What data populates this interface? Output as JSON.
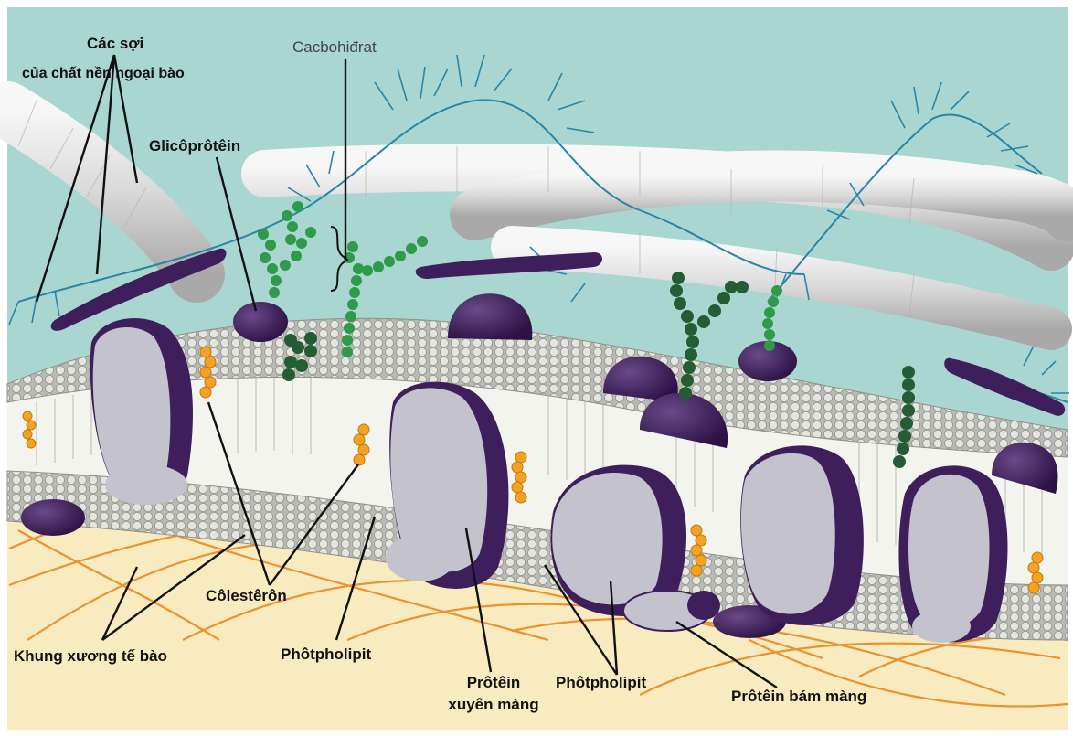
{
  "diagram": {
    "labels": {
      "extracellular_fibers_line1": "Các sợi",
      "extracellular_fibers_line2": "của chất nền ngoại bào",
      "carbohydrate": "Cacbohiđrat",
      "glycoprotein": "Glicôprôtêin",
      "cholesterol": "Côlestêrôn",
      "cytoskeleton": "Khung xương tế bào",
      "phospholipid_left": "Phôtpholipit",
      "transmembrane_protein_line1": "Prôtêin",
      "transmembrane_protein_line2": "xuyên màng",
      "phospholipid_right": "Phôtpholipit",
      "peripheral_protein": "Prôtêin bám màng"
    },
    "colors": {
      "extracellular_fluid": "#a9d6d1",
      "cytoplasm": "#f6e7b5",
      "phospholipid_head": "#d8d9d2",
      "protein_purple": "#3e1f5c",
      "protein_gray": "#c4c2cc",
      "carbohydrate_green": "#2f7f3f",
      "cholesterol_orange": "#f2a324",
      "cytoskeleton_orange": "#e88a22",
      "fiber_white": "#e6e6e6",
      "proteoglycan_blue": "#2a86a5"
    }
  }
}
